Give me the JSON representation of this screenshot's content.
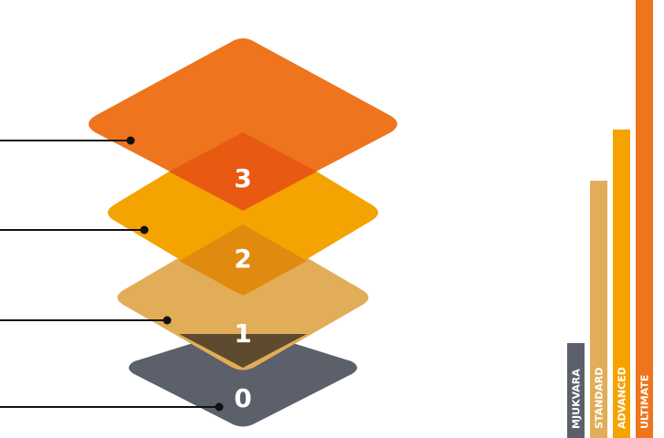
{
  "layers": [
    {
      "number": "0",
      "color": "#5c606b",
      "name": "level-0"
    },
    {
      "number": "1",
      "color": "#e2ad58",
      "name": "level-1"
    },
    {
      "number": "2",
      "color": "#f4a300",
      "name": "level-2"
    },
    {
      "number": "3",
      "color": "#ee741d",
      "name": "level-3"
    }
  ],
  "overlap_colors": {
    "level-3-on-2": "#e85a12",
    "level-2-on-1": "#e08a10",
    "level-1-on-0": "#5e4a2e"
  },
  "bars": [
    {
      "label": "MJUKVARA",
      "color": "#5c606b",
      "level": 1
    },
    {
      "label": "STANDARD",
      "color": "#e2ad58",
      "level": 2
    },
    {
      "label": "ADVANCED",
      "color": "#f4a300",
      "level": 3
    },
    {
      "label": "ULTIMATE",
      "color": "#ee741d",
      "level": 4
    }
  ]
}
